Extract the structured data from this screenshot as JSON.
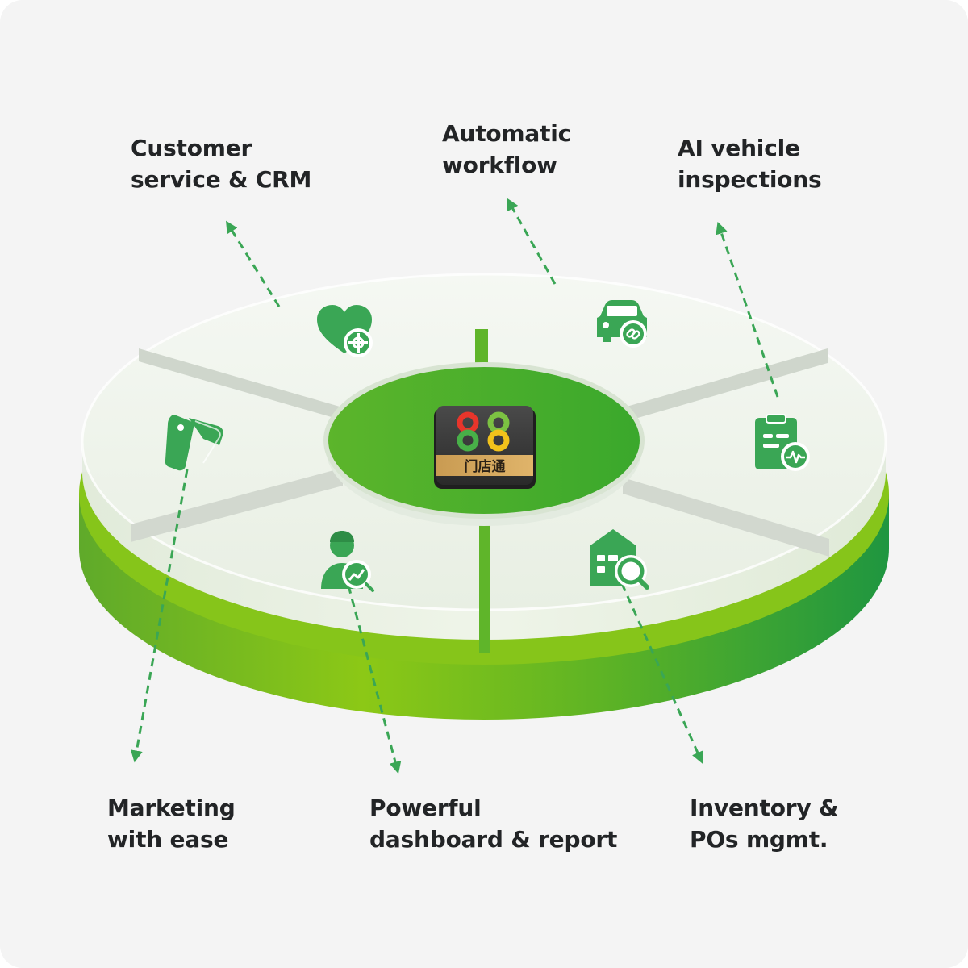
{
  "labels": {
    "customer_service": [
      "Customer",
      "service & CRM"
    ],
    "automatic_workflow": [
      "Automatic",
      "workflow"
    ],
    "ai_inspections": [
      "AI vehicle",
      "inspections"
    ],
    "marketing": [
      "Marketing",
      "with ease"
    ],
    "dashboard": [
      "Powerful",
      "dashboard & report"
    ],
    "inventory": [
      "Inventory &",
      "POs mgmt."
    ]
  },
  "center_logo": {
    "text": "门店通",
    "dot_colors": [
      "#e8352b",
      "#7cc242",
      "#48b048",
      "#f2c21b"
    ]
  },
  "icons": {
    "customer_service": "heart-plus-icon",
    "automatic_workflow": "car-link-icon",
    "ai_inspections": "clipboard-pulse-icon",
    "marketing": "price-tags-icon",
    "dashboard": "user-chart-icon",
    "inventory": "warehouse-search-icon"
  },
  "colors": {
    "icon_green": "#3aa655",
    "arrow_green": "#3aa655",
    "base_green": "#7ec21f",
    "base_dark_green": "#1e9a3a",
    "text": "#222426",
    "background": "#f4f4f4"
  }
}
